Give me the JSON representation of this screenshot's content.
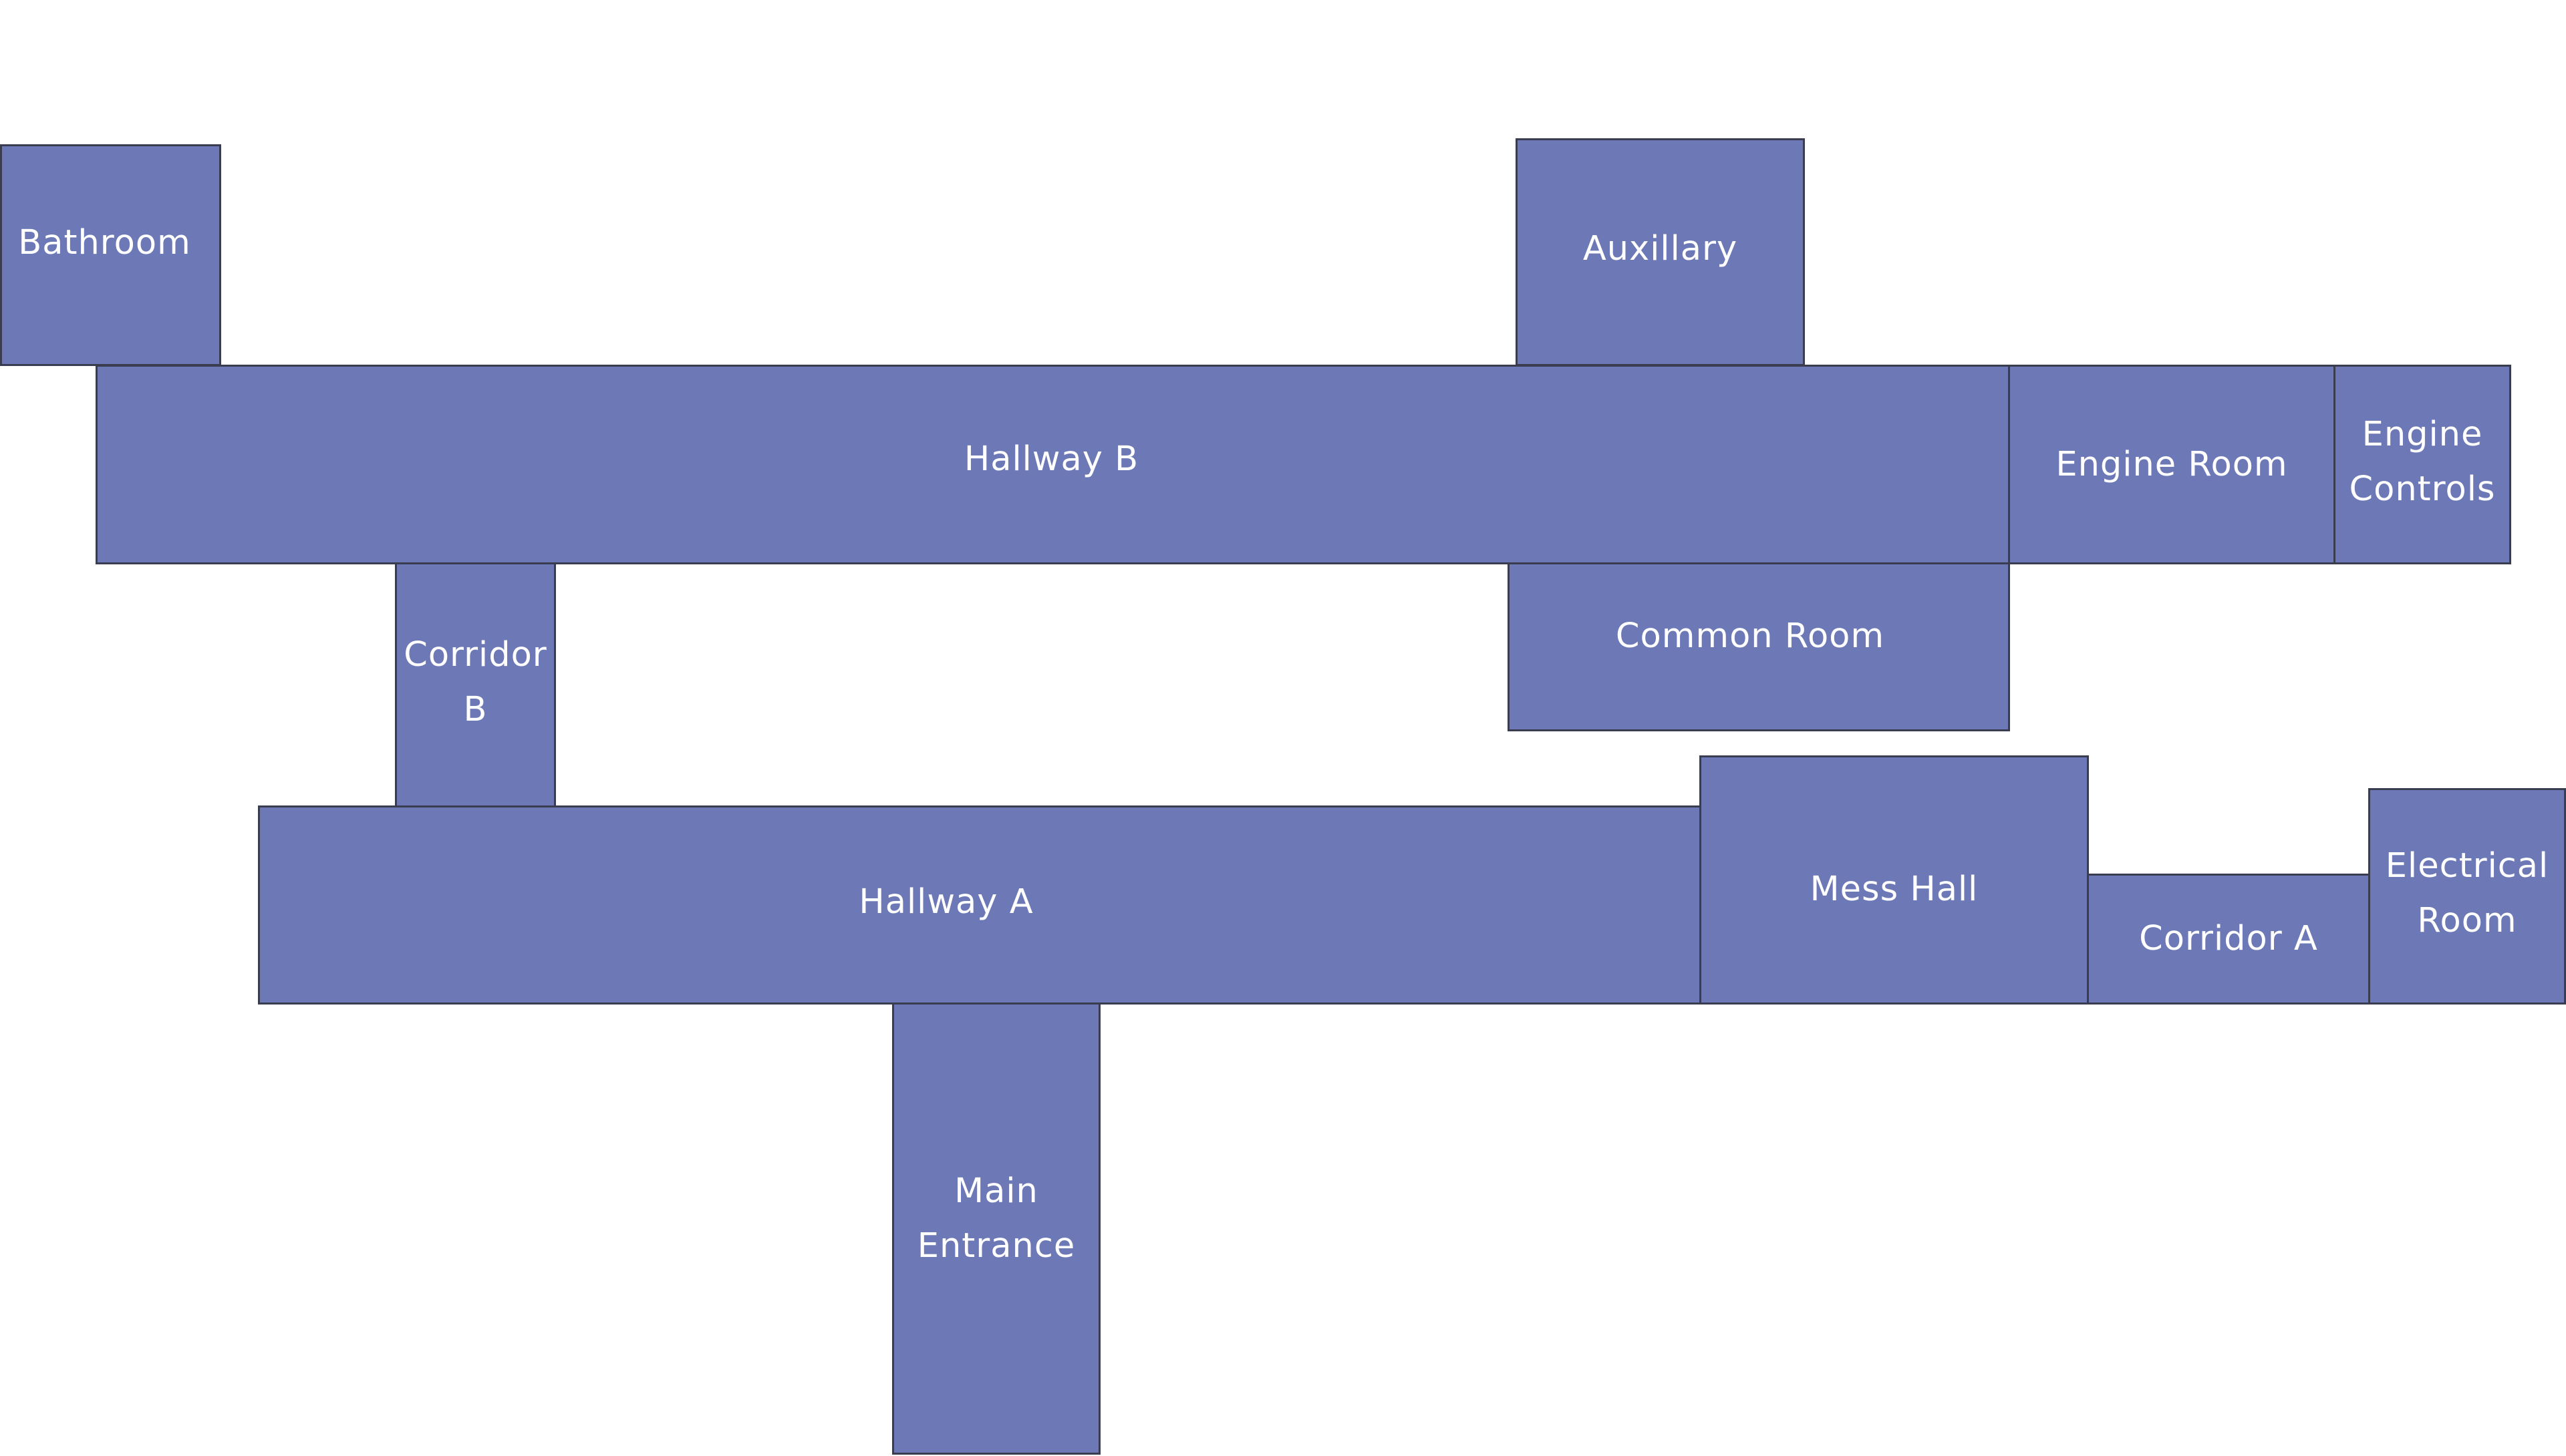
{
  "map": {
    "room_fill_color": "#6d79b6",
    "room_border_color": "#3a3d4f",
    "label_color": "#ffffff",
    "background_color": "#ffffff",
    "rooms": {
      "bathroom": "Bathroom",
      "auxillary": "Auxillary",
      "hallway_b": "Hallway B",
      "engine_room": "Engine Room",
      "engine_controls": "Engine\nControls",
      "corridor_b": "Corridor\nB",
      "common_room": "Common Room",
      "mess_hall": "Mess Hall",
      "electrical_room": "Electrical\nRoom",
      "corridor_a": "Corridor A",
      "hallway_a": "Hallway A",
      "main_entrance": "Main\nEntrance"
    }
  }
}
